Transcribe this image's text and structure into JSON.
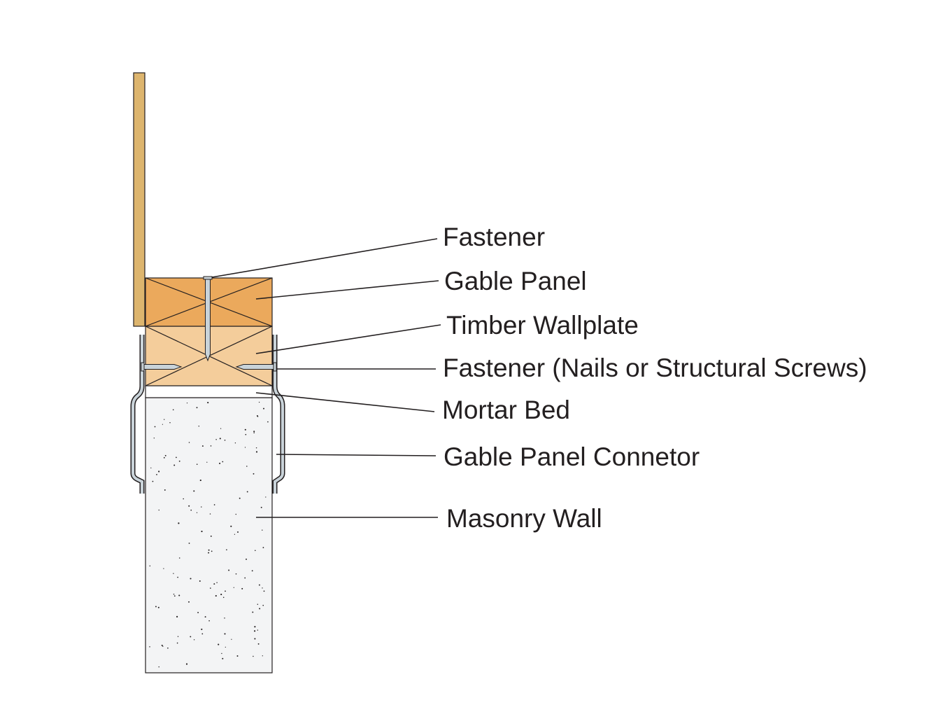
{
  "colors": {
    "gable_panel": "#eba95c",
    "timber_wallplate": "#f4cd9b",
    "sheathing_board": "#ddb56e",
    "masonry": "#f3f4f5",
    "metal": "#c9d3d9",
    "line": "#231f20"
  },
  "labels": {
    "fastener_top": "Fastener",
    "gable_panel": "Gable Panel",
    "timber_wallplate": "Timber Wallplate",
    "fastener_side": "Fastener (Nails or Structural Screws)",
    "mortar_bed": "Mortar Bed",
    "gable_panel_connector": "Gable Panel Connetor",
    "masonry_wall": "Masonry Wall"
  }
}
